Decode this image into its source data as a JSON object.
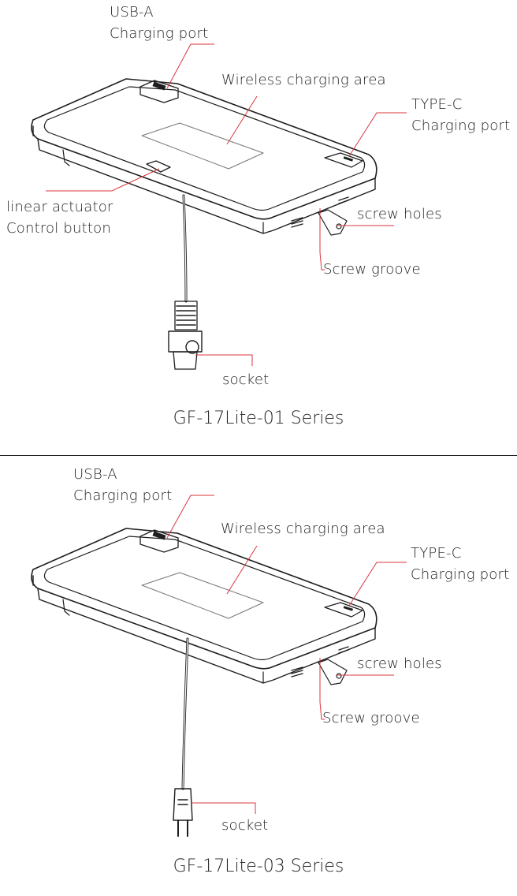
{
  "colors": {
    "callout": "#d9363e",
    "drawing": "#1e1e1e",
    "text": "#222222"
  },
  "panels": [
    {
      "usb_line1": "USB-A",
      "usb_line2": "Charging  port",
      "wireless": "Wireless charging area",
      "typec_line1": "TYPE-C",
      "typec_line2": "Charging port",
      "actuator_line1": "linear actuator",
      "actuator_line2": "Control button",
      "screw_holes": "screw holes",
      "screw_groove": "Screw groove",
      "socket": "socket",
      "caption": "GF-17Lite-01 Series"
    },
    {
      "usb_line1": "USB-A",
      "usb_line2": "Charging  port",
      "wireless": "Wireless charging area",
      "typec_line1": "TYPE-C",
      "typec_line2": "Charging port",
      "screw_holes": "screw holes",
      "screw_groove": "Screw groove",
      "socket": "socket",
      "caption": "GF-17Lite-03 Series"
    }
  ]
}
